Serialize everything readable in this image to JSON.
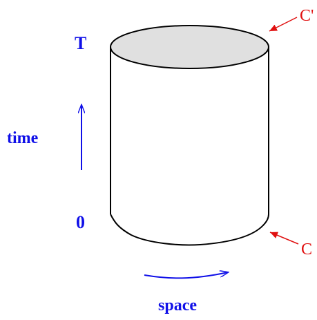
{
  "labels": {
    "top_time": "T",
    "bottom_time": "0",
    "time_axis": "time",
    "space_axis": "space",
    "top_surface": "C'",
    "bottom_surface": "C"
  },
  "colors": {
    "axis_labels": "#1010e8",
    "surface_labels": "#e01010",
    "top_face_fill": "#e0e0e0",
    "outline": "#000000",
    "background": "#ffffff"
  },
  "icons": {
    "time_arrow": "arrow-up-icon",
    "space_arrow": "curved-arrow-right-icon",
    "top_pointer": "arrow-down-left-icon",
    "bottom_pointer": "arrow-up-left-icon"
  }
}
